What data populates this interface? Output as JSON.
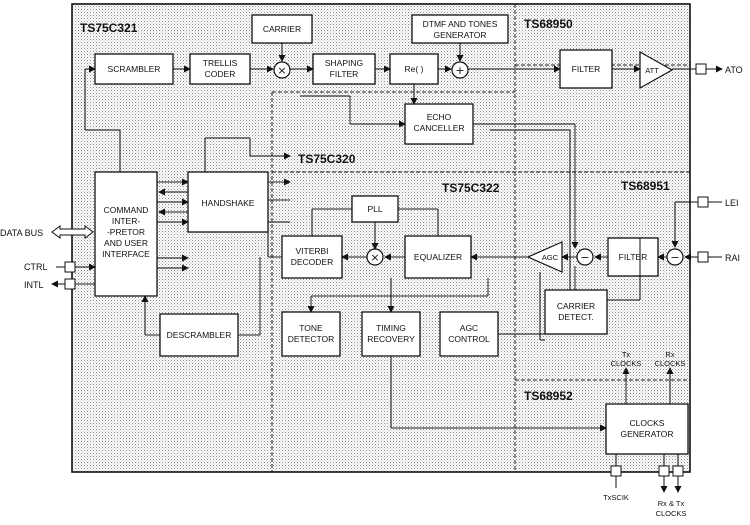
{
  "chips": {
    "ts75c321": "TS75C321",
    "ts68950": "TS68950",
    "ts75c320": "TS75C320",
    "ts75c322": "TS75C322",
    "ts68951": "TS68951",
    "ts68952": "TS68952"
  },
  "blocks": {
    "scrambler": "SCRAMBLER",
    "trellis_1": "TRELLIS",
    "trellis_2": "CODER",
    "carrier": "CARRIER",
    "shaping_1": "SHAPING",
    "shaping_2": "FILTER",
    "re": "Re( )",
    "dtmf_1": "DTMF AND TONES",
    "dtmf_2": "GENERATOR",
    "filter_tx": "FILTER",
    "att": "ATT",
    "echo_1": "ECHO",
    "echo_2": "CANCELLER",
    "cmd_1": "COMMAND",
    "cmd_2": "INTER-",
    "cmd_3": "-PRETOR",
    "cmd_4": "AND USER",
    "cmd_5": "INTERFACE",
    "handshake": "HANDSHAKE",
    "pll": "PLL",
    "viterbi_1": "VITERBI",
    "viterbi_2": "DECODER",
    "equalizer": "EQUALIZER",
    "agc": "AGC",
    "filter_rx": "FILTER",
    "descrambler": "DESCRAMBLER",
    "tone_1": "TONE",
    "tone_2": "DETECTOR",
    "timing_1": "TIMING",
    "timing_2": "RECOVERY",
    "agcc_1": "AGC",
    "agcc_2": "CONTROL",
    "cd_1": "CARRIER",
    "cd_2": "DETECT.",
    "clk_1": "CLOCKS",
    "clk_2": "GENERATOR"
  },
  "symbols": {
    "multiply": "×",
    "plus": "+",
    "minus": "−"
  },
  "pins": {
    "data_bus": "DATA BUS",
    "ctrl": "CTRL",
    "intl": "INTL",
    "ato": "ATO",
    "lei": "LEI",
    "rai": "RAI",
    "tx_clocks_1": "Tx",
    "tx_clocks_2": "CLOCKS",
    "rx_clocks_1": "Rx",
    "rx_clocks_2": "CLOCKS",
    "txsclk": "TxSCIK",
    "rxtx_1": "Rx & Tx",
    "rxtx_2": "CLOCKS"
  }
}
